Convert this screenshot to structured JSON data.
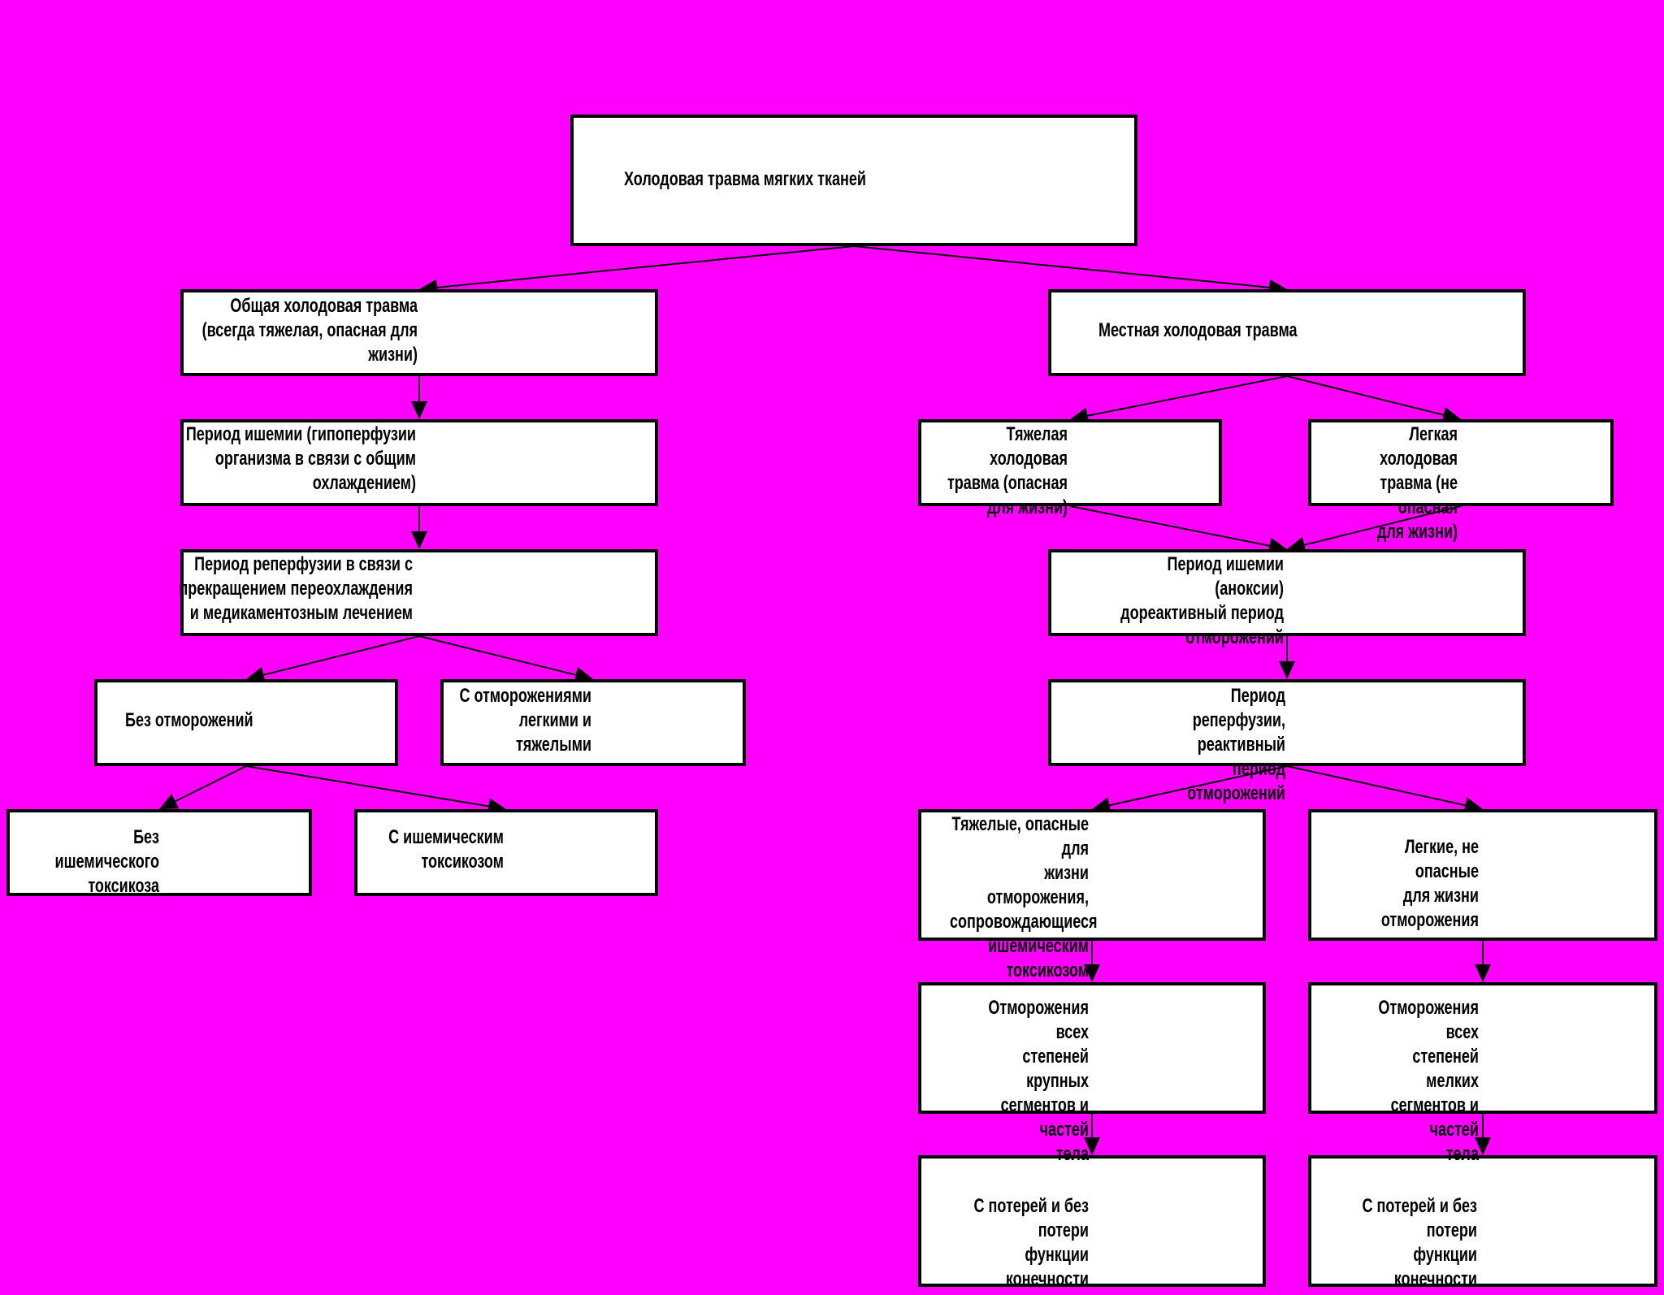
{
  "colors": {
    "background": "#ff00ff",
    "box_fill": "#ffffff",
    "stroke": "#000000"
  },
  "nodes": {
    "root": "Холодовая травма мягких тканей",
    "general": "Общая холодовая травма\n(всегда тяжелая, опасная для\nжизни)",
    "local": "Местная холодовая травма",
    "general_ischemia": "Период ишемии (гипоперфузии\nорганизма в связи с общим\nохлаждением)",
    "general_reperfusion": "Период реперфузии в связи с\nпрекращением переохлаждения\nи медикаментозным лечением",
    "no_frostbite": "Без отморожений",
    "with_frostbite": "С отморожениями\nлегкими и\nтяжелыми",
    "no_toxicosis": "Без ишемического\nтоксикоза",
    "with_toxicosis": "С ишемическим\nтоксикозом",
    "severe_local": "Тяжелая холодовая\nтравма (опасная\nдля жизни)",
    "mild_local": "Легкая холодовая\nтравма (не опасная\nдля жизни)",
    "local_ischemia": "Период ишемии (аноксии)\nдореактивный период\nотморожений",
    "local_reperfusion": "Период реперфузии,\nреактивный период\nотморожений",
    "severe_frostbite": "Тяжелые, опасные для\nжизни отморожения,\nсопровождающиеся\nишемическим\nтоксикозом",
    "mild_frostbite": "Легкие, не опасные\nдля жизни\nотморожения",
    "large_segments": "Отморожения всех\nстепеней крупных\nсегментов и частей\nтела",
    "small_segments": "Отморожения всех\nстепеней мелких\nсегментов и частей\nтела",
    "limb_function_left": "С потерей и без потери\nфункции конечности",
    "limb_function_right": "С потерей и без потери\nфункции конечности"
  },
  "edges": [
    [
      "root",
      "general"
    ],
    [
      "root",
      "local"
    ],
    [
      "general",
      "general_ischemia"
    ],
    [
      "general_ischemia",
      "general_reperfusion"
    ],
    [
      "general_reperfusion",
      "no_frostbite"
    ],
    [
      "general_reperfusion",
      "with_frostbite"
    ],
    [
      "no_frostbite",
      "no_toxicosis"
    ],
    [
      "no_frostbite",
      "with_toxicosis"
    ],
    [
      "local",
      "severe_local"
    ],
    [
      "local",
      "mild_local"
    ],
    [
      "severe_local",
      "local_ischemia"
    ],
    [
      "mild_local",
      "local_ischemia"
    ],
    [
      "local_ischemia",
      "local_reperfusion"
    ],
    [
      "local_reperfusion",
      "severe_frostbite"
    ],
    [
      "local_reperfusion",
      "mild_frostbite"
    ],
    [
      "severe_frostbite",
      "large_segments"
    ],
    [
      "mild_frostbite",
      "small_segments"
    ],
    [
      "large_segments",
      "limb_function_left"
    ],
    [
      "small_segments",
      "limb_function_right"
    ]
  ]
}
